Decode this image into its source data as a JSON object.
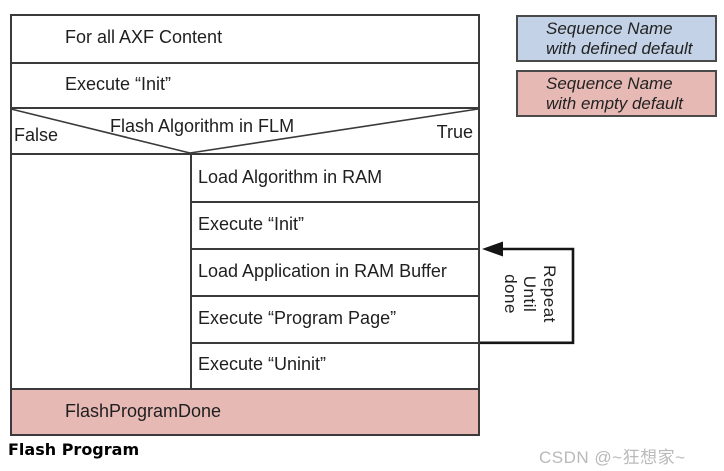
{
  "colors": {
    "legend_defined_fill": "#c3d2e6",
    "legend_empty_fill": "#e6b9b5",
    "final_row_fill": "#e6b9b5",
    "line": "#3a3a3a",
    "watermark": "#b9b9b9"
  },
  "flowchart": {
    "row1": "For all AXF Content",
    "row2": "Execute “Init”",
    "decision": {
      "label": "Flash Algorithm in FLM",
      "false_label": "False",
      "true_label": "True"
    },
    "true_steps": [
      "Load Algorithm in RAM",
      "Execute “Init”",
      "Load Application in RAM Buffer",
      "Execute “Program Page”",
      "Execute “Uninit”"
    ],
    "final_row": "FlashProgramDone",
    "repeat_note": [
      "Repeat",
      "Until",
      "done"
    ],
    "caption": "Flash Program"
  },
  "legend": {
    "defined_default": "Sequence Name with defined default",
    "empty_default": "Sequence Name with empty default"
  },
  "watermark": "CSDN @~狂想家~"
}
